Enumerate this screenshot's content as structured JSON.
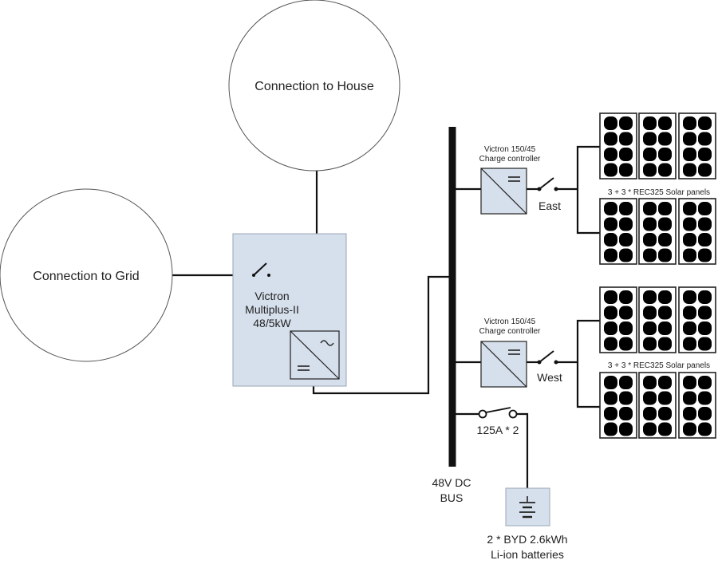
{
  "nodes": {
    "house": "Connection to House",
    "grid": "Connection to Grid"
  },
  "inverter": {
    "line1": "Victron",
    "line2": "Multiplus-II",
    "line3": "48/5kW"
  },
  "bus": {
    "line1": "48V DC",
    "line2": "BUS"
  },
  "charge_controllers": [
    {
      "line1": "Victron 150/45",
      "line2": "Charge controller",
      "array": "East"
    },
    {
      "line1": "Victron 150/45",
      "line2": "Charge controller",
      "array": "West"
    }
  ],
  "solar_panels": [
    {
      "label": "3 + 3 * REC325 Solar panels"
    },
    {
      "label": "3 + 3 * REC325 Solar panels"
    }
  ],
  "fuse": {
    "label": "125A * 2"
  },
  "battery": {
    "line1": "2 * BYD 2.6kWh",
    "line2": "Li-ion batteries"
  },
  "colors": {
    "box_fill": "#d6e0ec",
    "box_stroke": "#9aa6b4",
    "wire": "#111111"
  }
}
